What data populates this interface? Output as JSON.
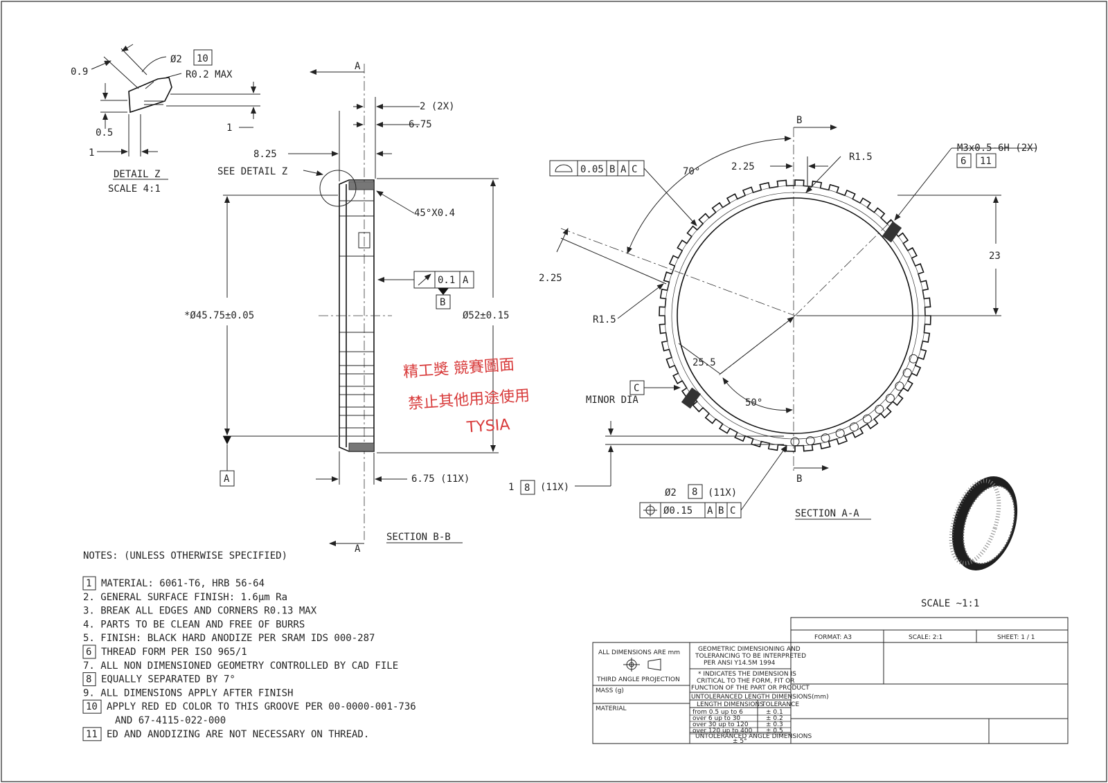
{
  "detail_z": {
    "d_0_9": "0.9",
    "d_dia2": "Ø2",
    "d_note10": "10",
    "d_r02": "R0.2 MAX",
    "d_0_5": "0.5",
    "d_1a": "1",
    "d_1b": "1",
    "title": "DETAIL Z",
    "scale": "SCALE 4:1"
  },
  "section_bb": {
    "cut_a_top": "A",
    "cut_a_bottom": "A",
    "d_2_2x": "2 (2X)",
    "d_6_75": "6.75",
    "d_8_25": "8.25",
    "see_detail": "SEE DETAIL Z",
    "d_chamfer": "45°X0.4",
    "fcf_value": "0.1",
    "fcf_datum": "A",
    "datum_b": "B",
    "d_dia45": "*Ø45.75±0.05",
    "d_dia52": "Ø52±0.15",
    "datum_a": "A",
    "d_6_75_11x": "6.75 (11X)",
    "title": "SECTION B-B"
  },
  "section_aa": {
    "cut_b_top": "B",
    "cut_b_bottom": "B",
    "profile_value": "0.05",
    "profile_datum1": "B",
    "profile_datum2": "A",
    "profile_datum3": "C",
    "d_70deg": "70°",
    "d_2_25_top": "2.25",
    "d_r1_5_top": "R1.5",
    "thread": "M3x0.5-6H (2X)",
    "note6": "6",
    "note11": "11",
    "d_23": "23",
    "d_2_25_left": "2.25",
    "d_r1_5_left": "R1.5",
    "d_25_5": "25.5",
    "d_50deg": "50°",
    "datum_c": "C",
    "minor_dia": "MINOR DIA",
    "d_1_8_11x_a": "1",
    "d_1_8_11x_b": "8",
    "d_1_8_11x_c": "(11X)",
    "hole_dia": "Ø2",
    "hole_note8": "8",
    "hole_11x": "(11X)",
    "pos_value": "Ø0.15",
    "pos_d1": "A",
    "pos_d2": "B",
    "pos_d3": "C",
    "title": "SECTION A-A"
  },
  "iso_view": {
    "scale": "SCALE ~1:1"
  },
  "watermark": {
    "line1": "精工獎 競賽圖面",
    "line2": "禁止其他用途使用",
    "line3": "TYSIA"
  },
  "notes": {
    "header": "NOTES: (UNLESS OTHERWISE SPECIFIED)",
    "items": [
      {
        "tag": "1",
        "text": "MATERIAL: 6061-T6, HRB 56-64"
      },
      {
        "tag": "",
        "text": "2. GENERAL SURFACE FINISH: 1.6µm Ra"
      },
      {
        "tag": "",
        "text": "3. BREAK ALL EDGES AND CORNERS R0.13 MAX"
      },
      {
        "tag": "",
        "text": "4. PARTS TO BE CLEAN AND FREE OF BURRS"
      },
      {
        "tag": "",
        "text": "5. FINISH: BLACK HARD ANODIZE PER SRAM IDS 000-287"
      },
      {
        "tag": "6",
        "text": "THREAD FORM PER ISO 965/1"
      },
      {
        "tag": "",
        "text": "7. ALL NON DIMENSIONED GEOMETRY CONTROLLED BY CAD FILE"
      },
      {
        "tag": "8",
        "text": "EQUALLY SEPARATED BY 7°"
      },
      {
        "tag": "",
        "text": "9. ALL DIMENSIONS APPLY AFTER FINISH"
      },
      {
        "tag": "10",
        "text": "APPLY RED ED COLOR TO THIS GROOVE PER 00-0000-001-736"
      },
      {
        "tag": "",
        "text": "AND 67-4115-022-000"
      },
      {
        "tag": "11",
        "text": "ED AND ANODIZING ARE NOT NECESSARY ON THREAD."
      }
    ]
  },
  "title_block": {
    "format": "FORMAT: A3",
    "scale": "SCALE: 2:1",
    "sheet": "SHEET: 1 / 1",
    "all_dims": "ALL DIMENSIONS ARE mm",
    "projection": "THIRD ANGLE PROJECTION",
    "mass": "MASS (g)",
    "material": "MATERIAL",
    "gdt_1": "GEOMETRIC DIMENSIONING AND",
    "gdt_2": "TOLERANCING TO BE INTERPRETED",
    "gdt_3": "PER ANSI Y14.5M 1994",
    "crit_1": "* INDICATES THE DIMENSION IS",
    "crit_2": "CRITICAL TO THE FORM, FIT OR",
    "crit_3": "FUNCTION OF THE PART OR PRODUCT",
    "unt_len": "UNTOLERANCED LENGTH DIMENSIONS(mm)",
    "col_len": "LENGTH DIMENSIONS",
    "col_tol": "TOLERANCE",
    "rows": [
      {
        "range": "from 0.5 up to 6",
        "tol": "± 0.1"
      },
      {
        "range": "over 6 up to 30",
        "tol": "± 0.2"
      },
      {
        "range": "over 30 up to 120",
        "tol": "± 0.3"
      },
      {
        "range": "over 120 up to 400",
        "tol": "± 0.5"
      }
    ],
    "unt_ang": "UNTOLERANCED ANGLE DIMENSIONS",
    "ang_tol": "± 5°"
  }
}
